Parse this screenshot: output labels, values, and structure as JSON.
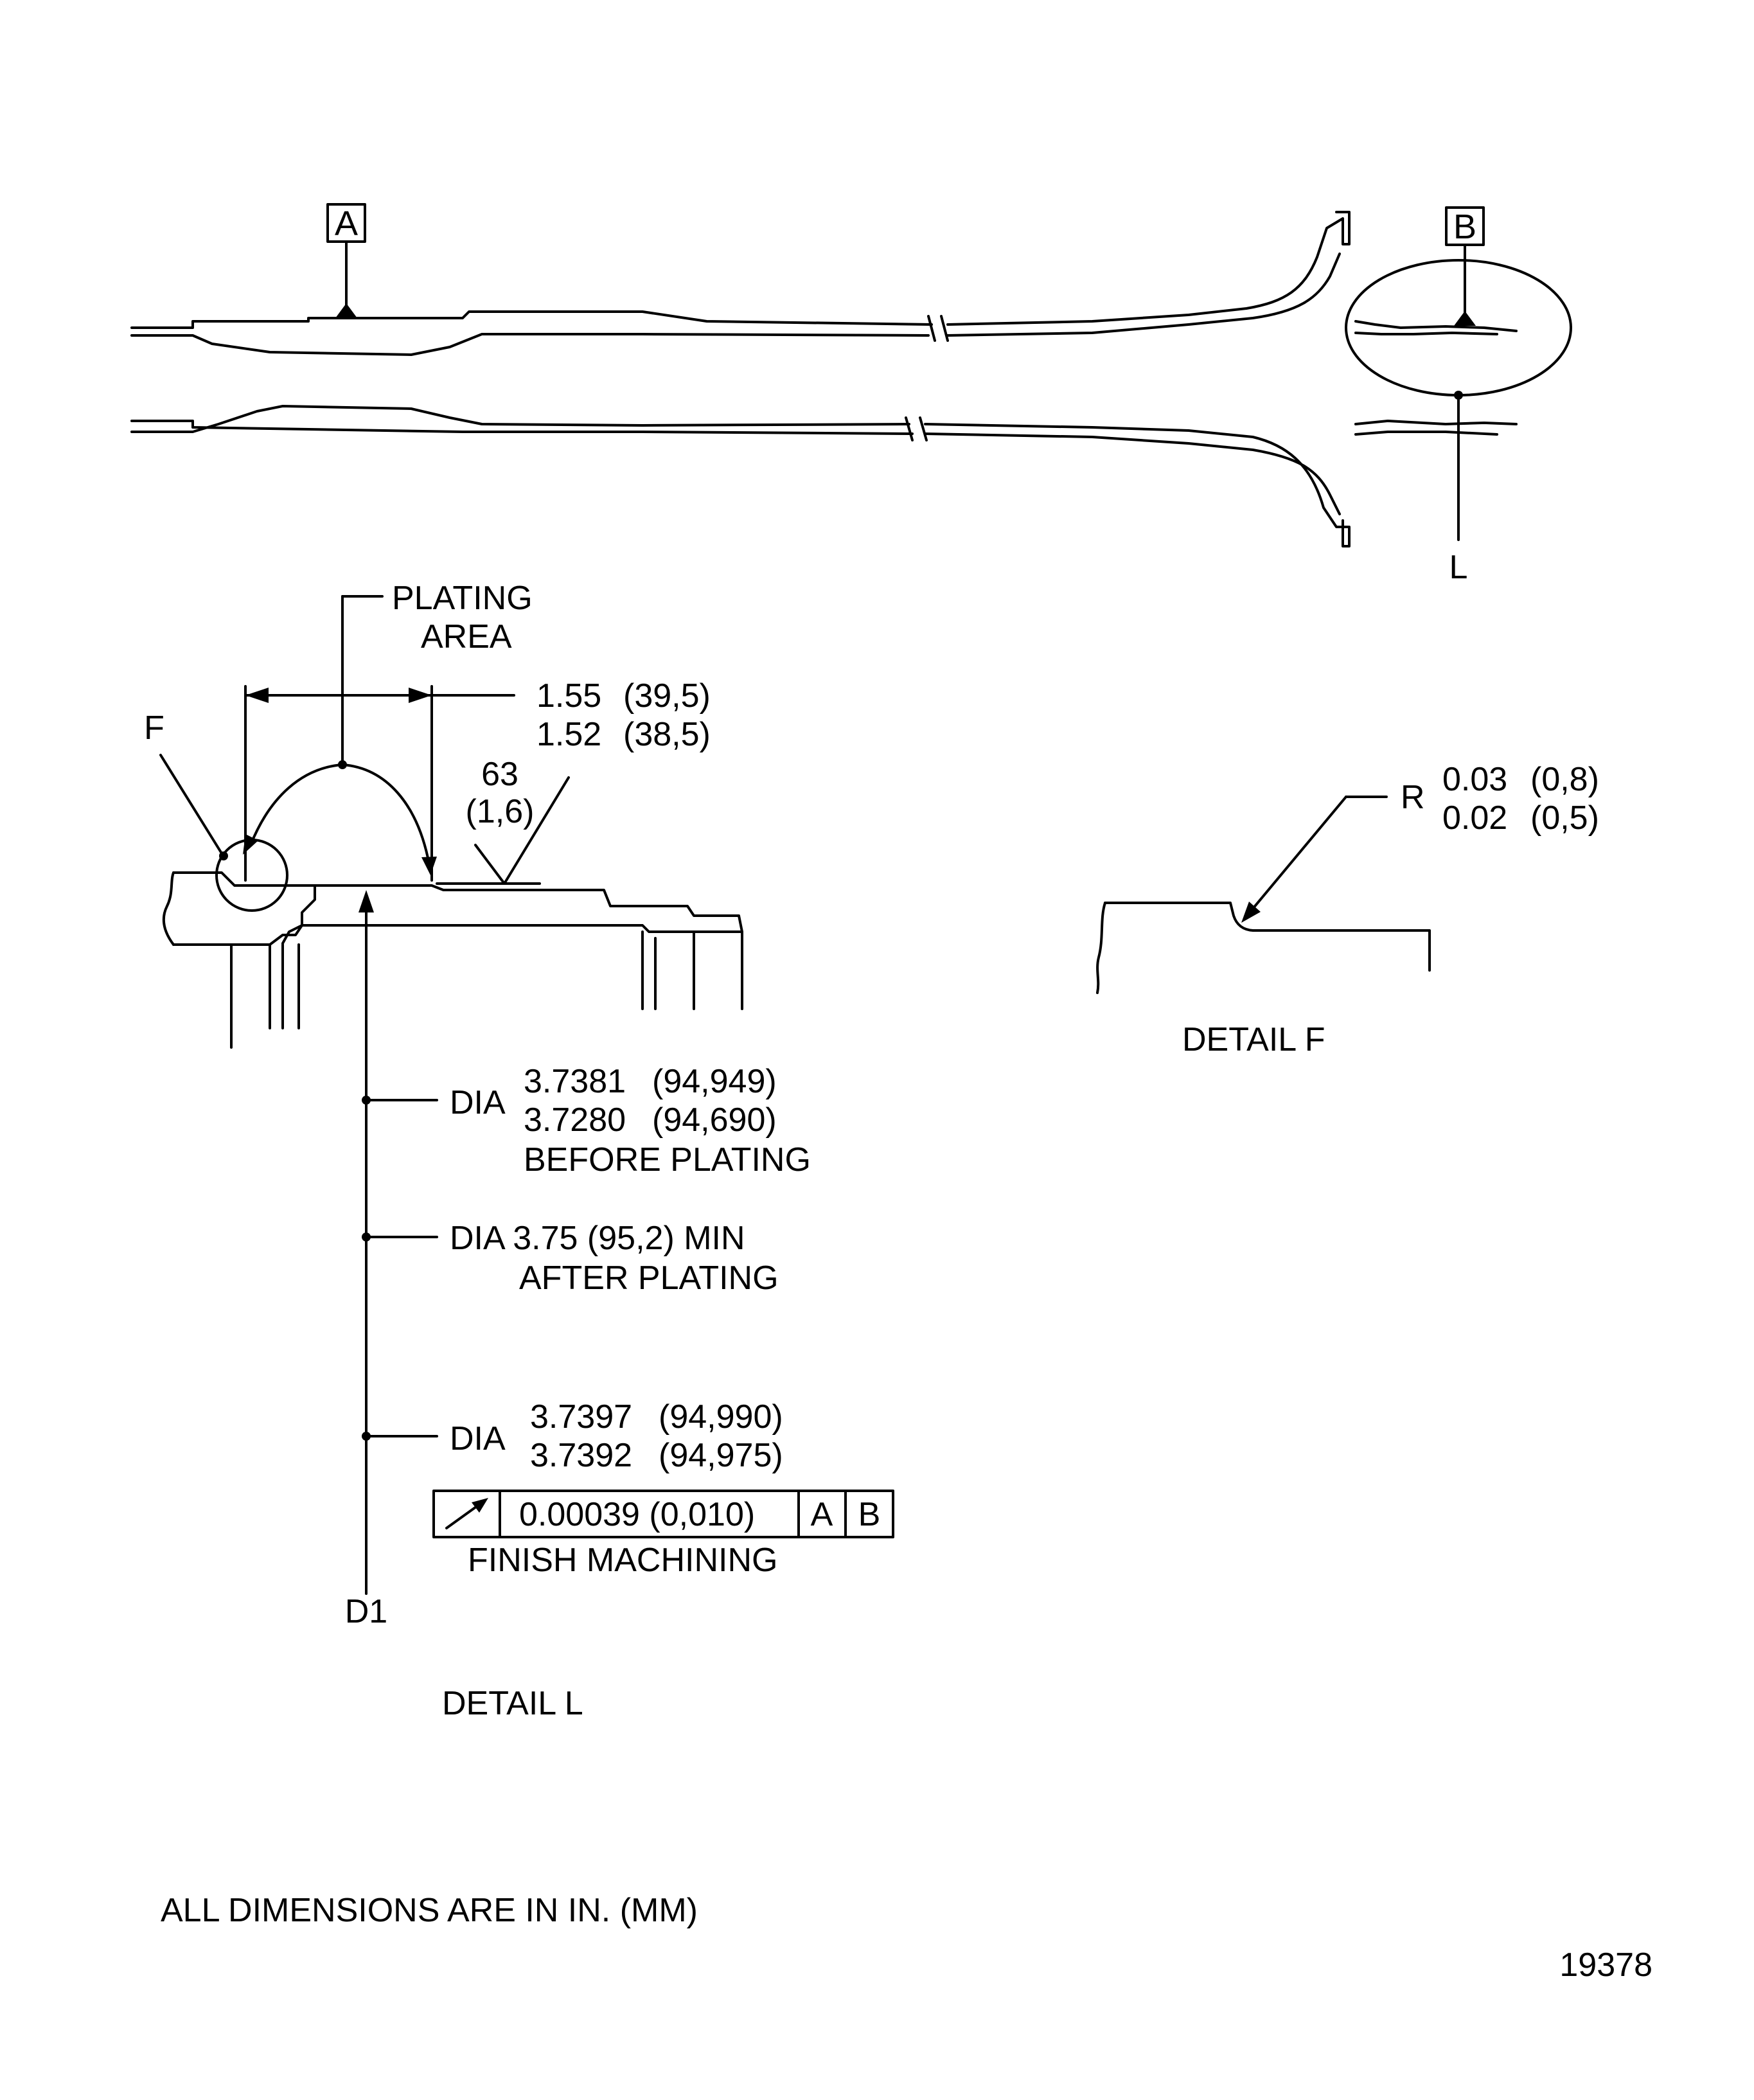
{
  "datums": {
    "a": "A",
    "b": "B"
  },
  "callouts": {
    "detail_l_ref": "L",
    "detail_f_ref": "F",
    "d1": "D1"
  },
  "plating_area": {
    "line1": "PLATING",
    "line2": "AREA"
  },
  "length_dim": {
    "max_in": "1.55",
    "max_mm": "(39,5)",
    "min_in": "1.52",
    "min_mm": "(38,5)"
  },
  "surface_finish": {
    "ra_in": "63",
    "ra_mm": "(1,6)"
  },
  "radius": {
    "prefix": "R",
    "max_in": "0.03",
    "max_mm": "(0,8)",
    "min_in": "0.02",
    "min_mm": "(0,5)"
  },
  "dia_before": {
    "prefix": "DIA",
    "max_in": "3.7381",
    "max_mm": "(94,949)",
    "min_in": "3.7280",
    "min_mm": "(94,690)",
    "note": "BEFORE  PLATING"
  },
  "dia_after": {
    "line": "DIA  3.75  (95,2) MIN",
    "note": "AFTER  PLATING"
  },
  "dia_finish": {
    "prefix": "DIA",
    "max_in": "3.7397",
    "max_mm": "(94,990)",
    "min_in": "3.7392",
    "min_mm": "(94,975)"
  },
  "runout_frame": {
    "tolerance": "0.00039  (0,010)",
    "datum1": "A",
    "datum2": "B",
    "note": "FINISH  MACHINING"
  },
  "detail_titles": {
    "detail_l": "DETAIL  L",
    "detail_f": "DETAIL  F"
  },
  "footer": {
    "units_note": "ALL  DIMENSIONS  ARE  IN  IN. (MM)",
    "figure_number": "19378"
  }
}
